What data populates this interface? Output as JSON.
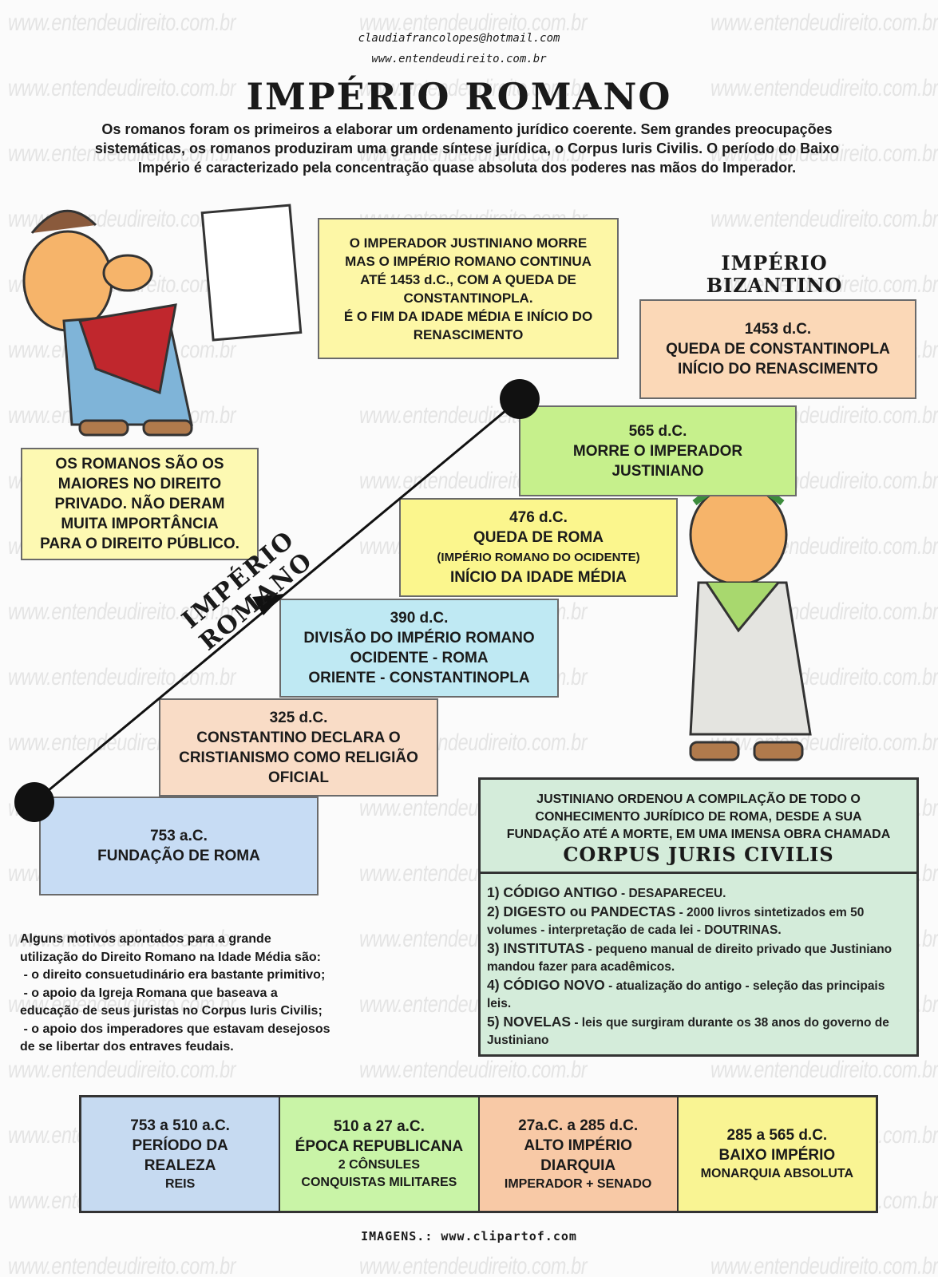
{
  "header": {
    "email": "claudiafrancolopes@hotmail.com",
    "site": "www.entendeudireito.com.br",
    "title": "IMPÉRIO ROMANO",
    "intro": "Os romanos foram os primeiros a elaborar um ordenamento jurídico coerente. Sem grandes preocupações sistemáticas, os romanos produziram uma grande síntese jurídica, o Corpus Iuris Civilis. O período do Baixo Império é caracterizado pela concentração quase absoluta dos poderes nas mãos do Imperador."
  },
  "watermark": "www.entendeudireito.com.br",
  "notes": {
    "justiniano_morre": [
      "O IMPERADOR JUSTINIANO MORRE",
      "MAS O IMPÉRIO ROMANO CONTINUA",
      "ATÉ 1453 d.C., COM A QUEDA DE",
      "CONSTANTINOPLA.",
      "É O FIM DA IDADE MÉDIA E INÍCIO DO",
      "RENASCIMENTO"
    ],
    "romanos_privado": [
      "OS ROMANOS SÃO OS",
      "MAIORES NO DIREITO",
      "PRIVADO. NÃO DERAM",
      "MUITA IMPORTÂNCIA",
      "PARA O DIREITO PÚBLICO."
    ]
  },
  "bizantino_label": [
    "IMPÉRIO",
    "BIZANTINO"
  ],
  "timeline_label": "IMPÉRIO ROMANO",
  "timeline": [
    {
      "date": "753 a.C.",
      "lines": [
        "FUNDAÇÃO DE ROMA"
      ],
      "color": "#c7dcf4"
    },
    {
      "date": "325 d.C.",
      "lines": [
        "CONSTANTINO DECLARA O",
        "CRISTIANISMO COMO RELIGIÃO",
        "OFICIAL"
      ],
      "color": "#f9dcc6"
    },
    {
      "date": "390 d.C.",
      "lines": [
        "DIVISÃO DO IMPÉRIO ROMANO",
        "OCIDENTE - ROMA",
        "ORIENTE - CONSTANTINOPLA"
      ],
      "color": "#bfe9f3"
    },
    {
      "date": "476 d.C.",
      "lines": [
        "QUEDA DE ROMA",
        "(IMPÉRIO ROMANO DO OCIDENTE)",
        "INÍCIO DA IDADE MÉDIA"
      ],
      "color": "#fbf68d"
    },
    {
      "date": "565 d.C.",
      "lines": [
        "MORRE O IMPERADOR",
        "JUSTINIANO"
      ],
      "color": "#c6f08c"
    },
    {
      "date": "1453 d.C.",
      "lines": [
        "QUEDA DE CONSTANTINOPLA",
        "INÍCIO DO RENASCIMENTO"
      ],
      "color": "#fbd8b7"
    }
  ],
  "corpus": {
    "intro": [
      "JUSTINIANO ORDENOU A COMPILAÇÃO DE TODO O",
      "CONHECIMENTO JURÍDICO DE ROMA, DESDE A SUA",
      "FUNDAÇÃO ATÉ A MORTE, EM UMA IMENSA OBRA CHAMADA"
    ],
    "name": "CORPUS JURIS CIVILIS",
    "items": [
      {
        "head": "1) CÓDIGO ANTIGO",
        "text": " - DESAPARECEU."
      },
      {
        "head": "2) DIGESTO ou PANDECTAS",
        "text": " - 2000 livros sintetizados em 50 volumes - interpretação de cada lei - DOUTRINAS."
      },
      {
        "head": "3) INSTITUTAS",
        "text": " - pequeno manual de direito privado que Justiniano mandou fazer para acadêmicos."
      },
      {
        "head": "4) CÓDIGO NOVO",
        "text": " - atualização do antigo - seleção das principais leis."
      },
      {
        "head": "5) NOVELAS",
        "text": " - leis que surgiram durante os 38 anos do governo de Justiniano"
      }
    ]
  },
  "motivos": [
    "Alguns motivos apontados para a grande",
    "utilização do Direito Romano na Idade Média são:",
    " - o direito consuetudinário era bastante primitivo;",
    " - o apoio da Igreja Romana que baseava a",
    "educação de seus juristas no Corpus Iuris Civilis;",
    " - o apoio dos imperadores que estavam desejosos",
    "de se libertar dos entraves feudais."
  ],
  "periods": [
    {
      "range": "753 a 510 a.C.",
      "title": [
        "PERÍODO DA",
        "REALEZA"
      ],
      "sub": [
        "REIS"
      ],
      "color": "#c6daf1"
    },
    {
      "range": "510 a 27 a.C.",
      "title": [
        "ÉPOCA REPUBLICANA"
      ],
      "sub": [
        "2 CÔNSULES",
        "CONQUISTAS MILITARES"
      ],
      "color": "#c9f4a7"
    },
    {
      "range": "27a.C. a 285 d.C.",
      "title": [
        "ALTO IMPÉRIO",
        "DIARQUIA"
      ],
      "sub": [
        "IMPERADOR + SENADO"
      ],
      "color": "#f8c9a6"
    },
    {
      "range": "285 a 565 d.C.",
      "title": [
        "BAIXO IMPÉRIO"
      ],
      "sub": [
        "MONARQUIA ABSOLUTA"
      ],
      "color": "#f9f493"
    }
  ],
  "footer": "IMAGENS.: www.clipartof.com"
}
